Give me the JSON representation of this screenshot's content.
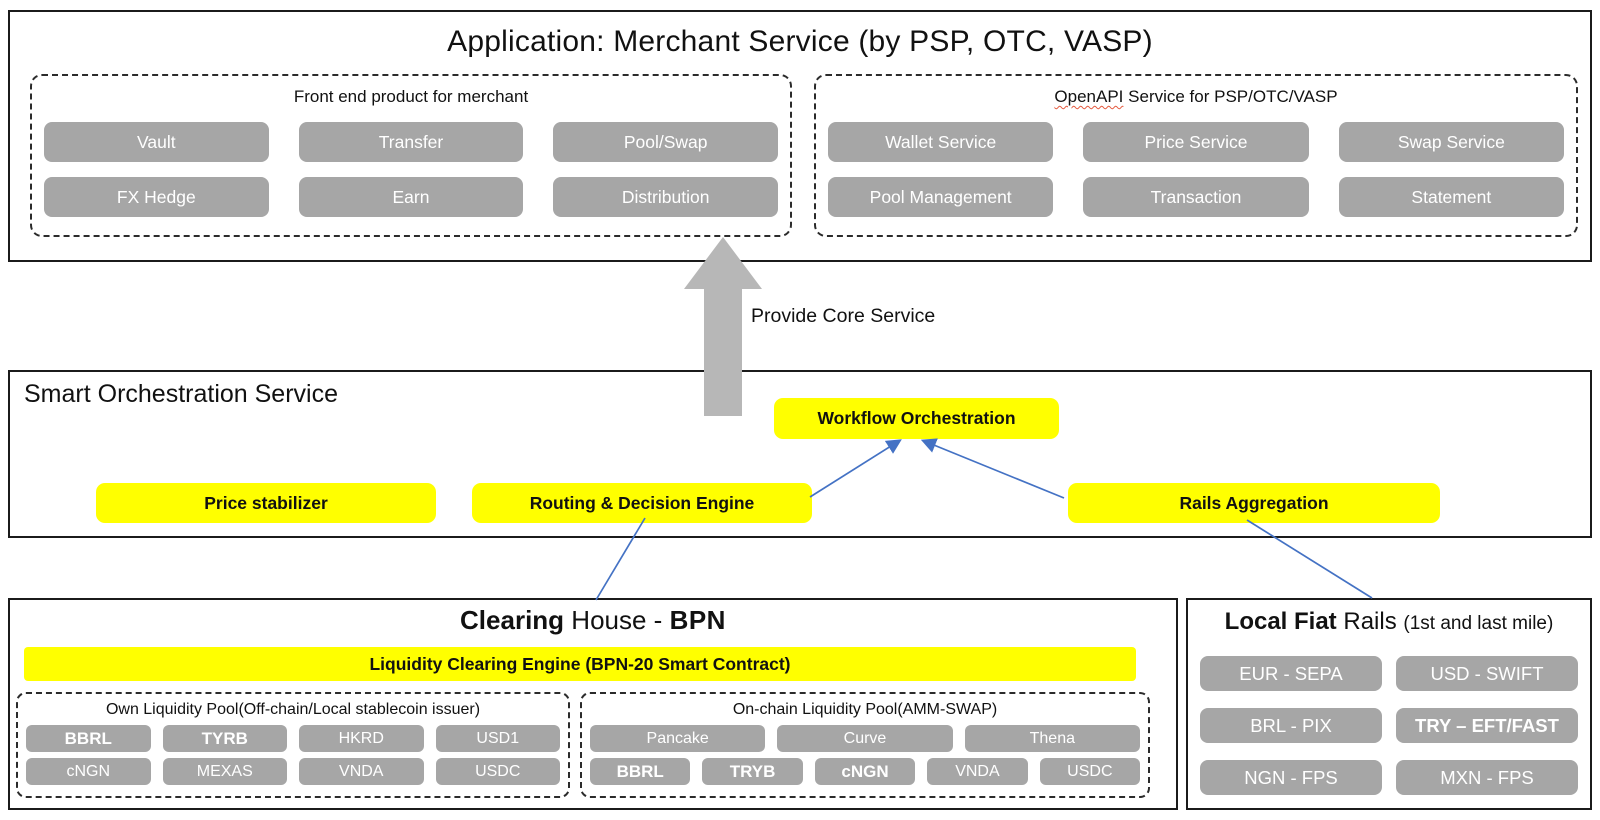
{
  "app": {
    "title": "Application: Merchant Service (by PSP, OTC, VASP)",
    "frontend": {
      "title": "Front end product for merchant",
      "buttons": [
        "Vault",
        "Transfer",
        "Pool/Swap",
        "FX Hedge",
        "Earn",
        "Distribution"
      ]
    },
    "openapi": {
      "title_word": "OpenAPI",
      "title_rest": " Service for PSP/OTC/VASP",
      "buttons": [
        "Wallet Service",
        "Price Service",
        "Swap Service",
        "Pool Management",
        "Transaction",
        "Statement"
      ]
    }
  },
  "flow": {
    "arrow_label": "Provide Core Service"
  },
  "orchestration": {
    "title": "Smart Orchestration Service",
    "workflow": "Workflow Orchestration",
    "price_stabilizer": "Price stabilizer",
    "routing_engine": "Routing & Decision Engine",
    "rails_aggregation": "Rails Aggregation"
  },
  "clearing": {
    "title_lead": "Clearing",
    "title_mid": " House - ",
    "title_tail": "BPN",
    "engine": "Liquidity Clearing Engine (BPN-20 Smart Contract)",
    "own_pool": {
      "title": "Own Liquidity Pool(Off-chain/Local stablecoin issuer)",
      "row1": [
        "BBRL",
        "TYRB",
        "HKRD",
        "USD1"
      ],
      "row2": [
        "cNGN",
        "MEXAS",
        "VNDA",
        "USDC"
      ]
    },
    "onchain_pool": {
      "title": "On-chain Liquidity Pool(AMM-SWAP)",
      "row1": [
        "Pancake",
        "Curve",
        "Thena"
      ],
      "row2": [
        "BBRL",
        "TRYB",
        "cNGN",
        "VNDA",
        "USDC"
      ]
    }
  },
  "fiat": {
    "title_lead": "Local Fiat",
    "title_mid": " Rails ",
    "title_note": "(1st and last mile)",
    "rows": [
      [
        "EUR - SEPA",
        "USD - SWIFT"
      ],
      [
        "BRL - PIX",
        "TRY – EFT/FAST"
      ],
      [
        "NGN - FPS",
        "MXN - FPS"
      ]
    ]
  },
  "colors": {
    "accent_yellow": "#ffff00",
    "node_gray": "#a6a6a6",
    "connector_blue": "#4472c4",
    "arrow_gray": "#b7b7b7"
  }
}
